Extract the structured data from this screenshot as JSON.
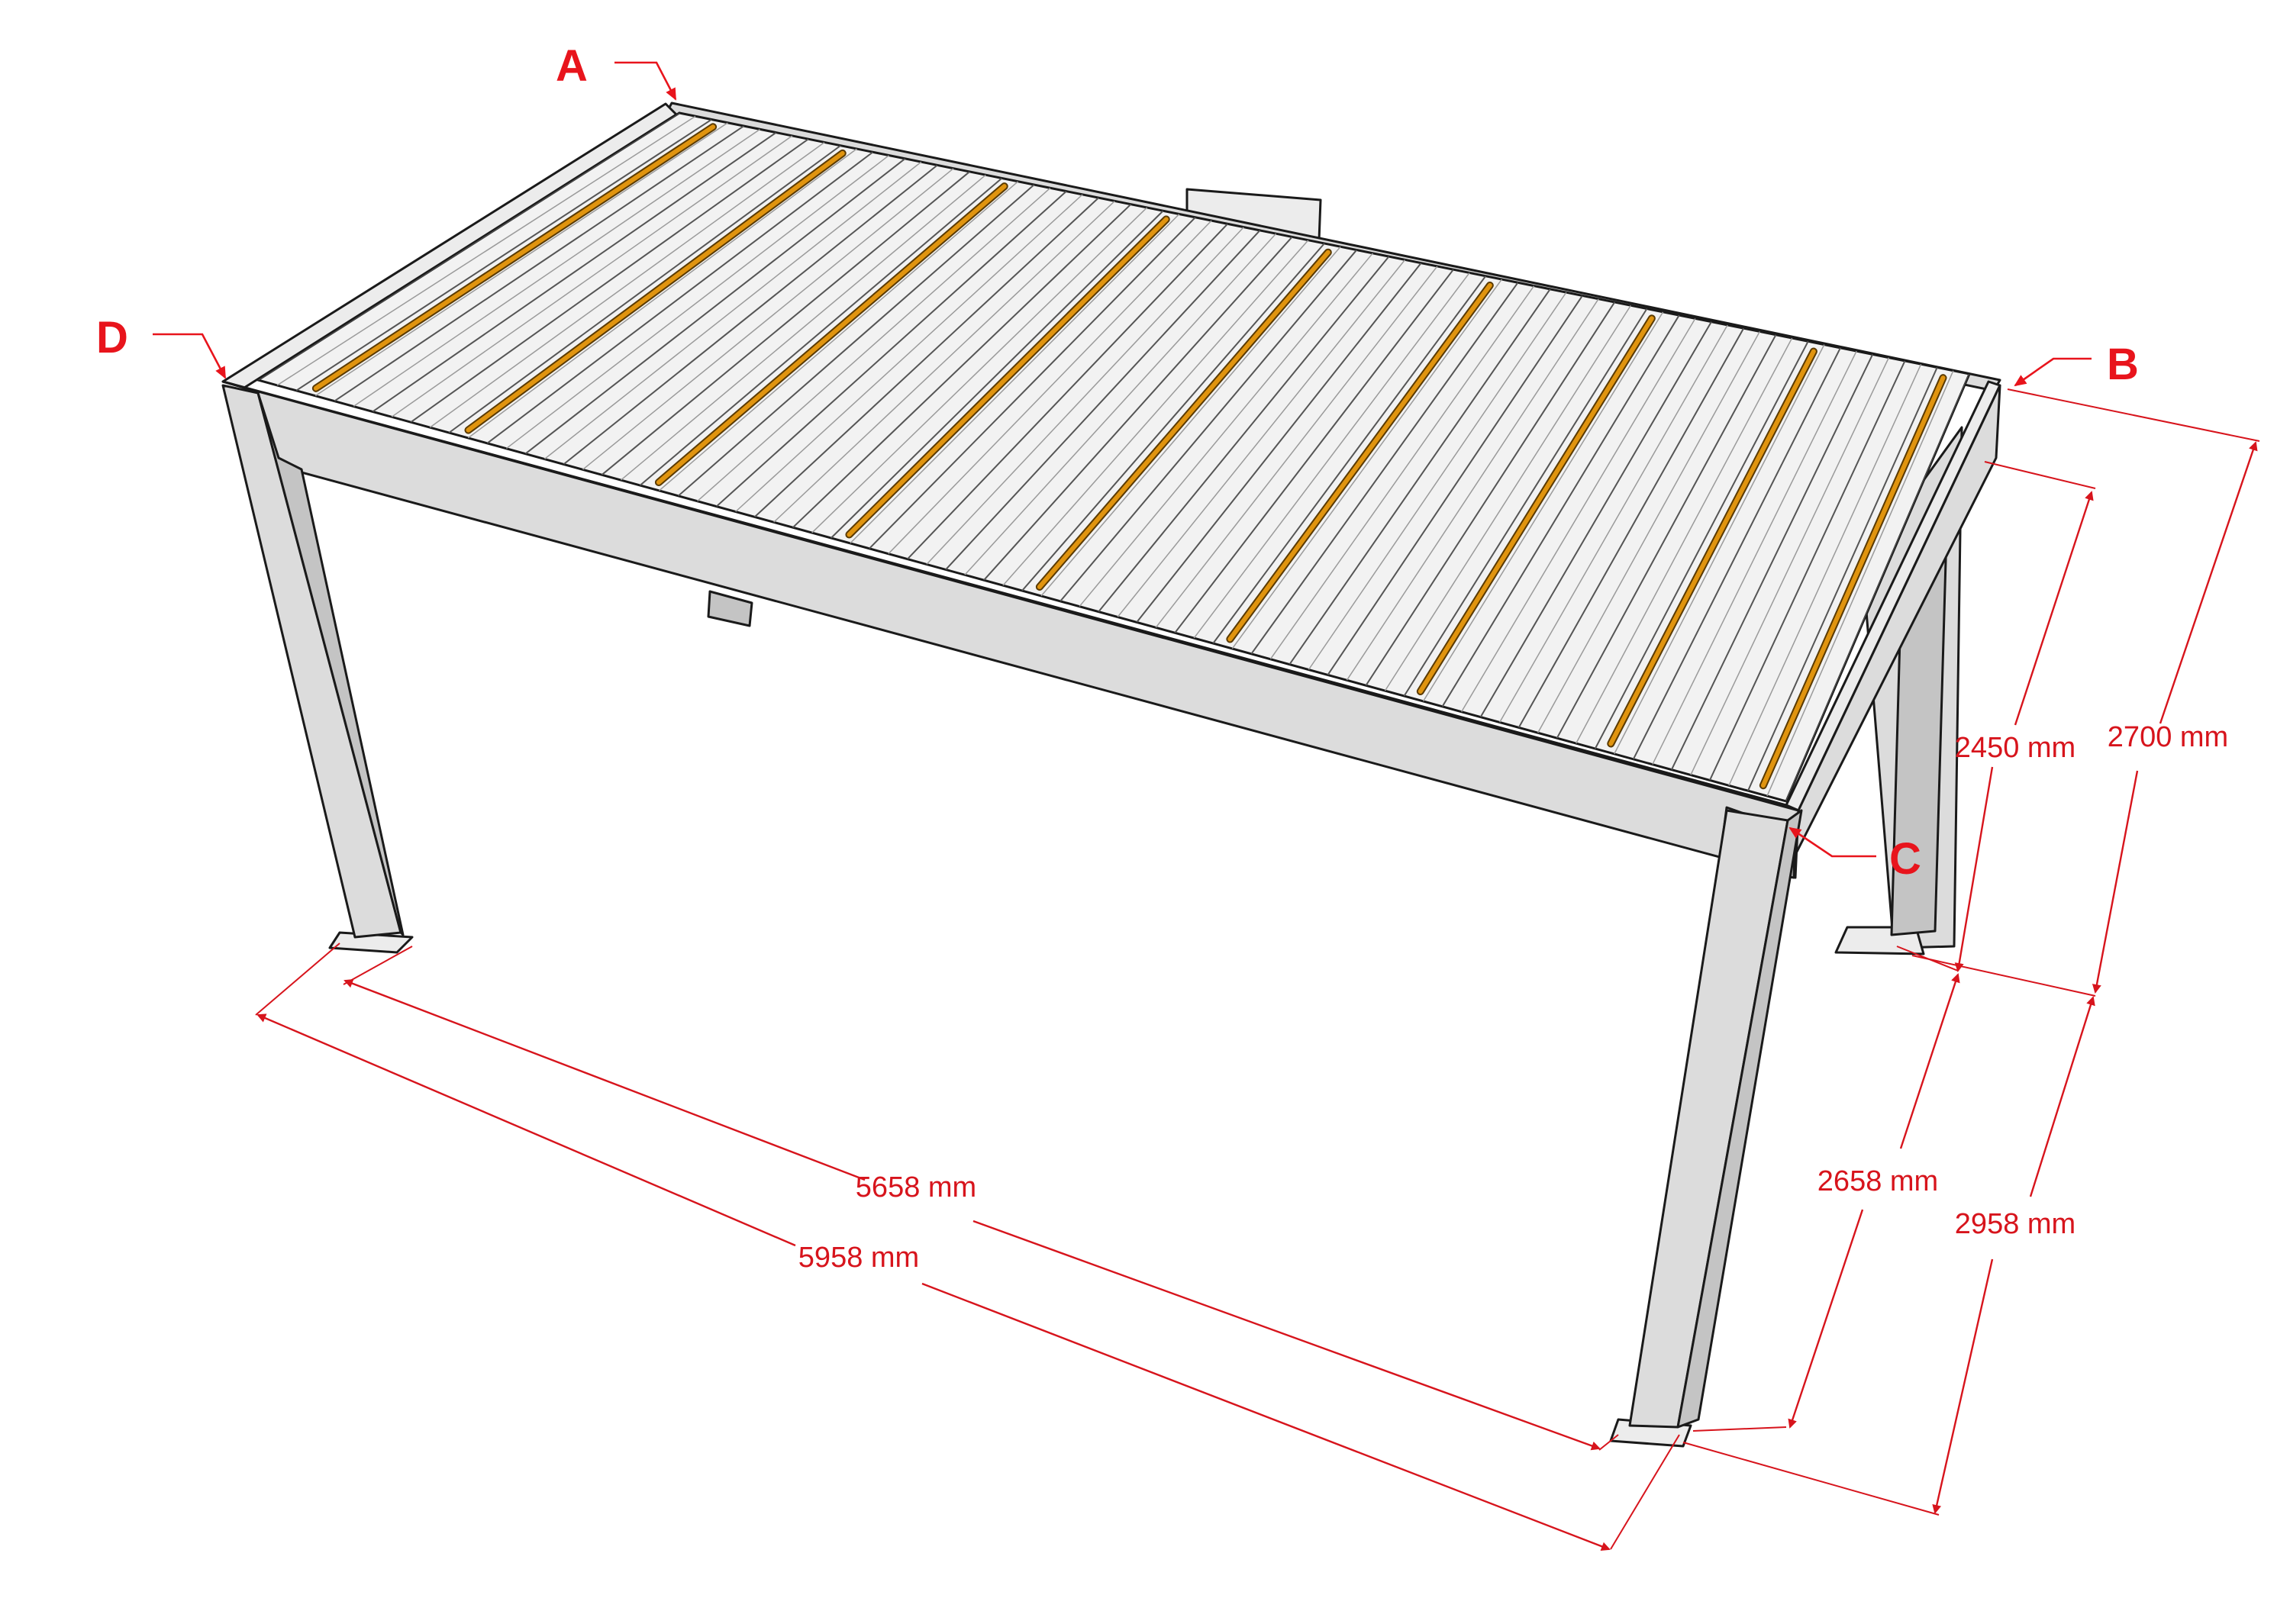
{
  "corners": [
    {
      "id": "A",
      "text": "A"
    },
    {
      "id": "B",
      "text": "B"
    },
    {
      "id": "C",
      "text": "C"
    },
    {
      "id": "D",
      "text": "D"
    }
  ],
  "dimensions": {
    "inner_length": "5658 mm",
    "outer_length": "5958 mm",
    "inner_width": "2658 mm",
    "outer_width": "2958 mm",
    "clear_height": "2450 mm",
    "total_height": "2700 mm"
  },
  "colors": {
    "dimension": "#d7141c",
    "frame": "#dcdcdc",
    "led_strip": "#e0940f"
  }
}
